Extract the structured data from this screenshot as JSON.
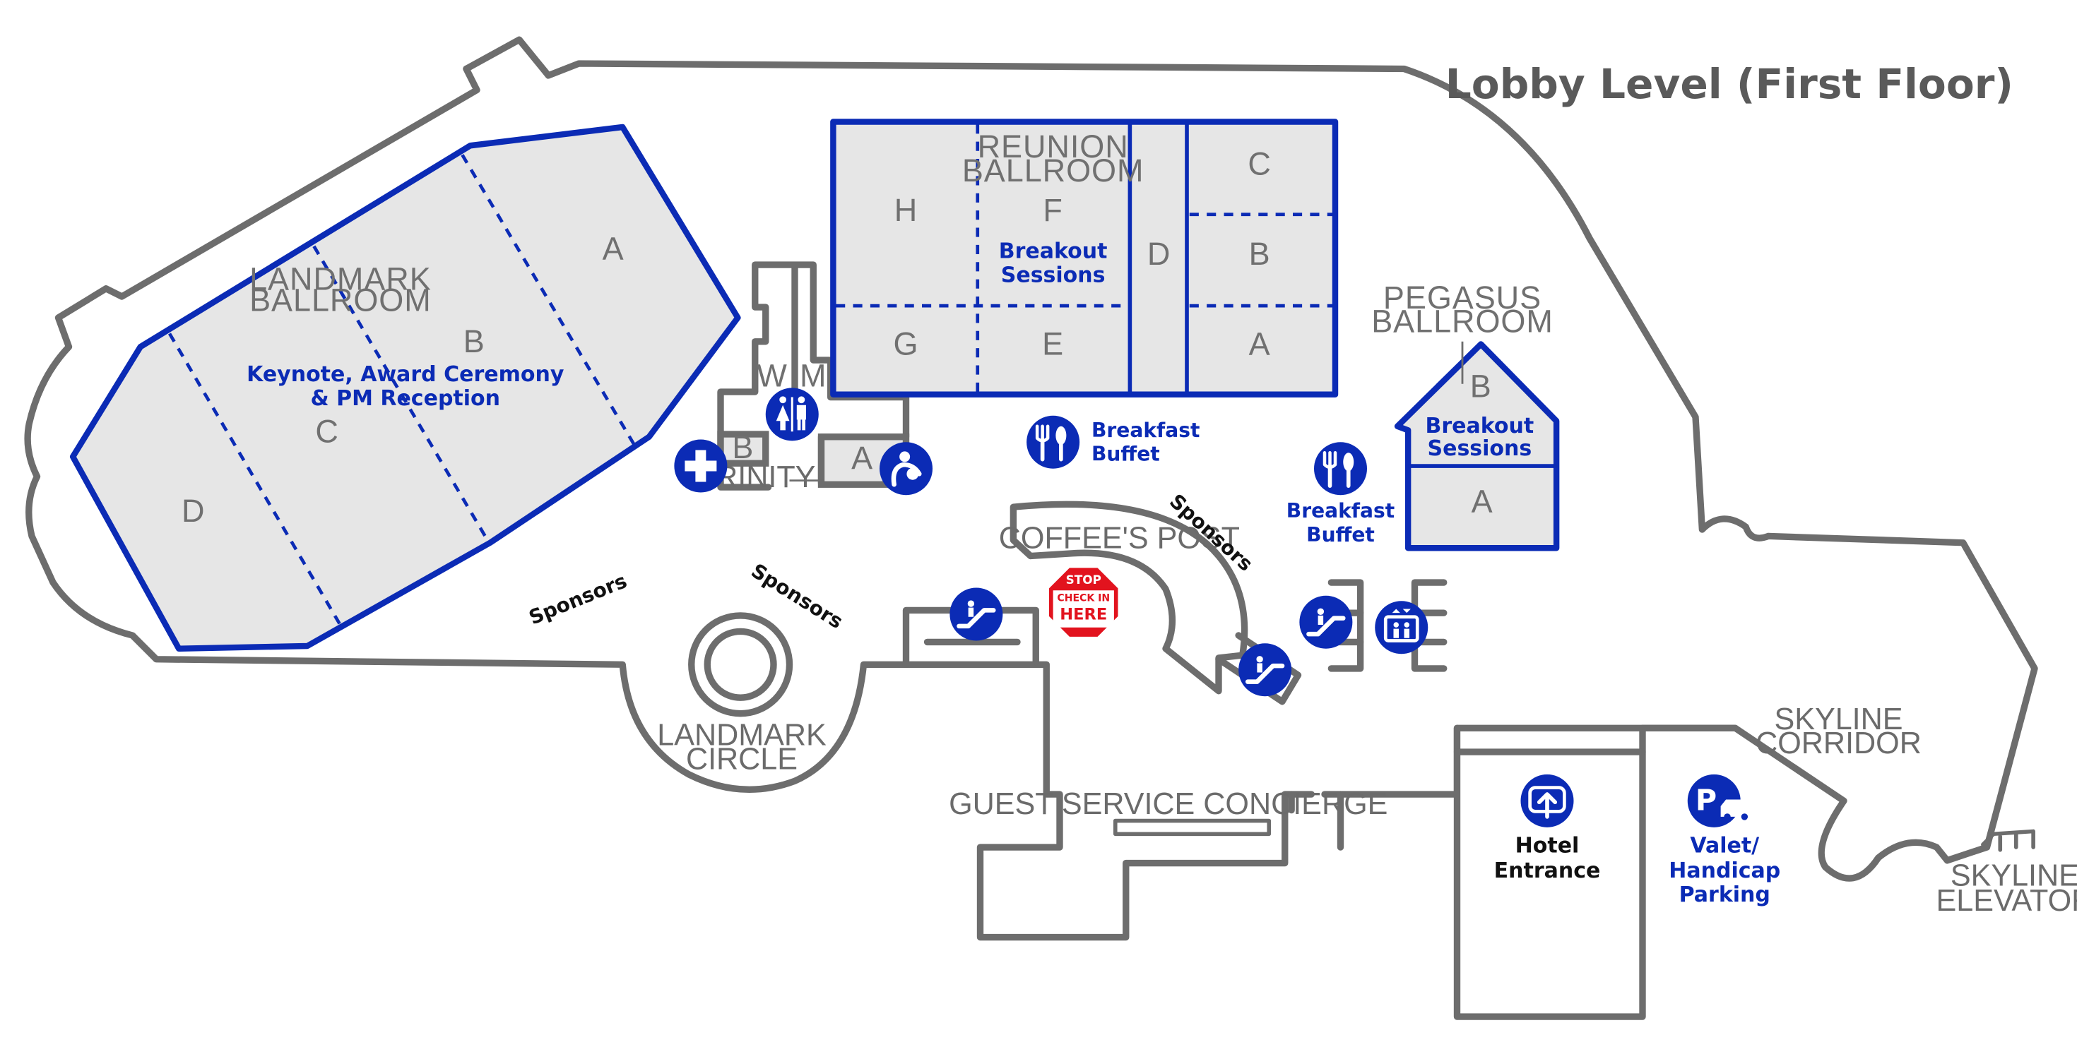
{
  "title": "Lobby Level (First Floor)",
  "colors": {
    "accent": "#0b2bb5",
    "wall": "#6d6d6d",
    "room_fill": "#e6e6e6",
    "stop_red": "#e2131e"
  },
  "landmark_ballroom": {
    "name_line1": "LANDMARK",
    "name_line2": "BALLROOM",
    "event_line1": "Keynote, Award Ceremony",
    "event_line2": "& PM Reception",
    "sections": [
      "A",
      "B",
      "C",
      "D"
    ]
  },
  "reunion_ballroom": {
    "name_line1": "REUNION",
    "name_line2": "BALLROOM",
    "event_line1": "Breakout",
    "event_line2": "Sessions",
    "sections": [
      "H",
      "F",
      "C",
      "B",
      "D",
      "G",
      "E",
      "A"
    ]
  },
  "pegasus_ballroom": {
    "name_line1": "PEGASUS",
    "name_line2": "BALLROOM",
    "event_line1": "Breakout",
    "event_line2": "Sessions",
    "sections": [
      "B",
      "A"
    ]
  },
  "trinity": {
    "name": "TRINITY",
    "sections": [
      "B",
      "A"
    ]
  },
  "restrooms": {
    "women": "W",
    "men": "M"
  },
  "breakfast_1": {
    "line1": "Breakfast",
    "line2": "Buffet"
  },
  "breakfast_2": {
    "line1": "Breakfast",
    "line2": "Buffet"
  },
  "sponsors": [
    "Sponsors",
    "Sponsors",
    "Sponsors"
  ],
  "coffees_post": "COFFEE'S POST",
  "check_in": {
    "line1": "STOP",
    "line2": "CHECK IN",
    "line3": "HERE"
  },
  "landmark_circle": {
    "line1": "LANDMARK",
    "line2": "CIRCLE"
  },
  "guest_service": "GUEST SERVICE CONCIERGE",
  "hotel_entrance": {
    "line1": "Hotel",
    "line2": "Entrance"
  },
  "valet": {
    "line1": "Valet/",
    "line2": "Handicap",
    "line3": "Parking"
  },
  "skyline_corridor": {
    "line1": "SKYLINE",
    "line2": "CORRIDOR"
  },
  "skyline_elevator": {
    "line1": "SKYLINE",
    "line2": "ELEVATOR"
  },
  "icons": [
    "first-aid-icon",
    "restroom-icon",
    "nursing-room-icon",
    "dining-icon",
    "escalator-icon",
    "elevator-icon",
    "entrance-icon",
    "parking-icon",
    "stop-sign-icon"
  ]
}
